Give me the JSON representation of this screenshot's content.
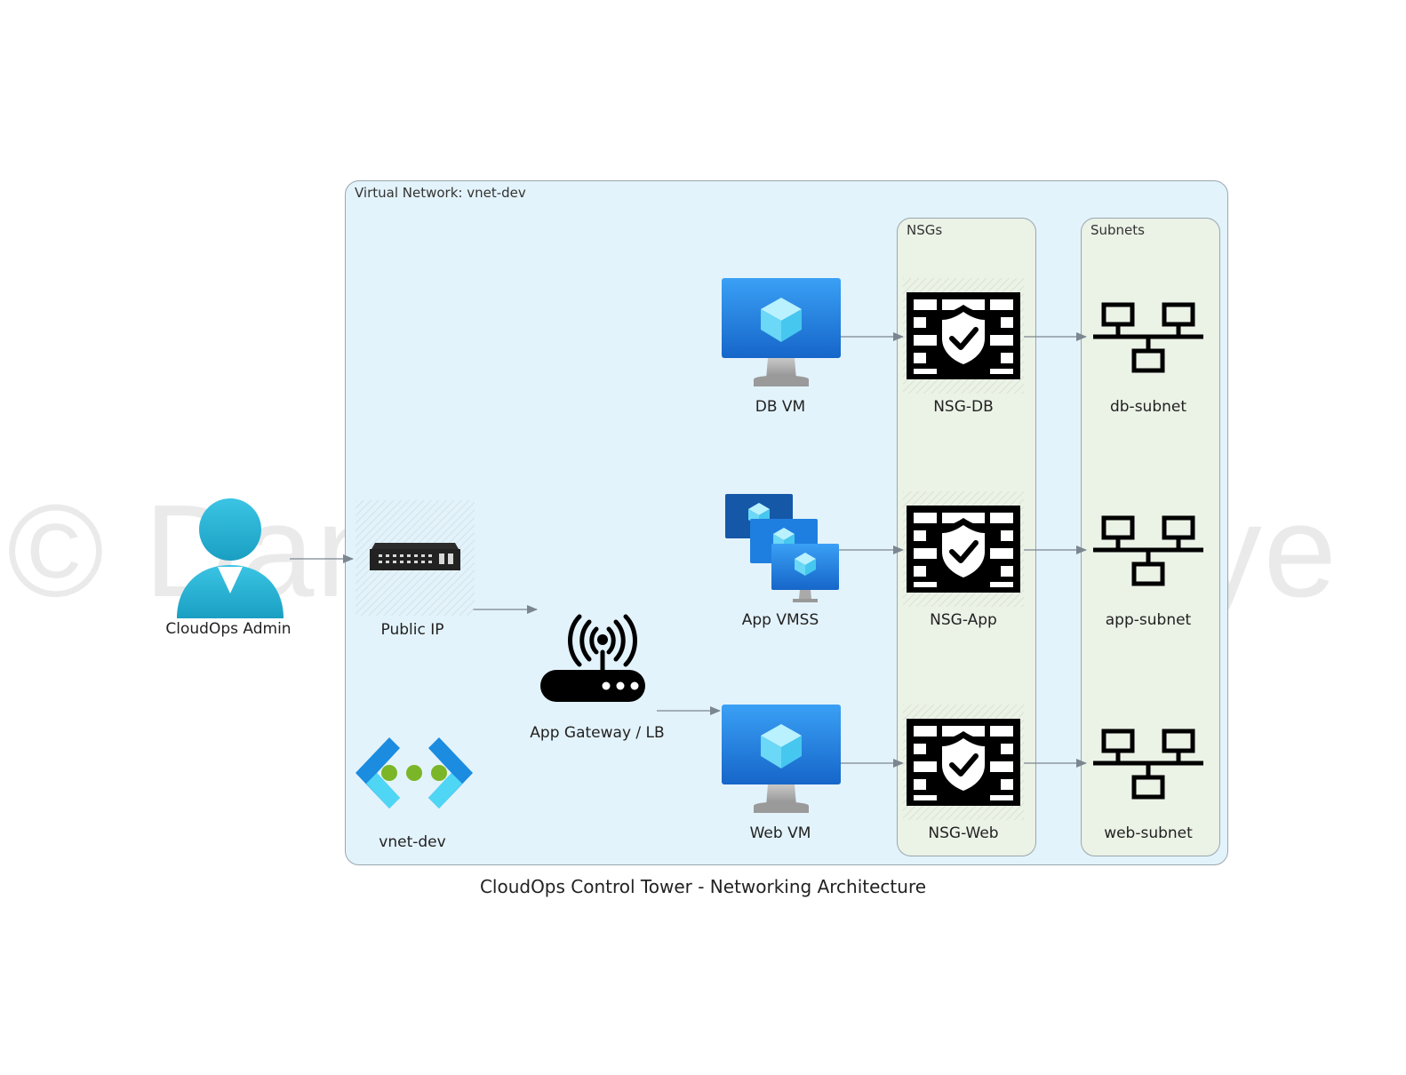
{
  "title": "CloudOps Control Tower - Networking Architecture",
  "watermark": "© Daniel Ntim-Boakye",
  "clusters": {
    "vnet": "Virtual Network: vnet-dev",
    "nsgs": "NSGs",
    "subnets": "Subnets"
  },
  "nodes": {
    "admin": {
      "label": "CloudOps Admin",
      "icon": "user-icon"
    },
    "public_ip": {
      "label": "Public IP",
      "icon": "public-ip-icon"
    },
    "gateway": {
      "label": "App Gateway / LB",
      "icon": "router-icon"
    },
    "vnet": {
      "label": "vnet-dev",
      "icon": "virtual-network-icon"
    },
    "db_vm": {
      "label": "DB VM",
      "icon": "virtual-machine-icon"
    },
    "app_vmss": {
      "label": "App VMSS",
      "icon": "vm-scale-set-icon"
    },
    "web_vm": {
      "label": "Web VM",
      "icon": "virtual-machine-icon"
    },
    "nsg_db": {
      "label": "NSG-DB",
      "icon": "firewall-shield-icon"
    },
    "nsg_app": {
      "label": "NSG-App",
      "icon": "firewall-shield-icon"
    },
    "nsg_web": {
      "label": "NSG-Web",
      "icon": "firewall-shield-icon"
    },
    "db_subnet": {
      "label": "db-subnet",
      "icon": "subnet-network-icon"
    },
    "app_subnet": {
      "label": "app-subnet",
      "icon": "subnet-network-icon"
    },
    "web_subnet": {
      "label": "web-subnet",
      "icon": "subnet-network-icon"
    }
  },
  "edges": [
    {
      "from": "CloudOps Admin",
      "to": "Public IP"
    },
    {
      "from": "Public IP",
      "to": "App Gateway / LB"
    },
    {
      "from": "App Gateway / LB",
      "to": "Web VM"
    },
    {
      "from": "DB VM",
      "to": "NSG-DB"
    },
    {
      "from": "NSG-DB",
      "to": "db-subnet"
    },
    {
      "from": "App VMSS",
      "to": "NSG-App"
    },
    {
      "from": "NSG-App",
      "to": "app-subnet"
    },
    {
      "from": "Web VM",
      "to": "NSG-Web"
    },
    {
      "from": "NSG-Web",
      "to": "web-subnet"
    }
  ],
  "colors": {
    "vnet_fill": "#e3f3fb",
    "group_fill": "#ebf2e6",
    "azure_blue": "#1f7fe0",
    "edge": "#7b8690"
  }
}
